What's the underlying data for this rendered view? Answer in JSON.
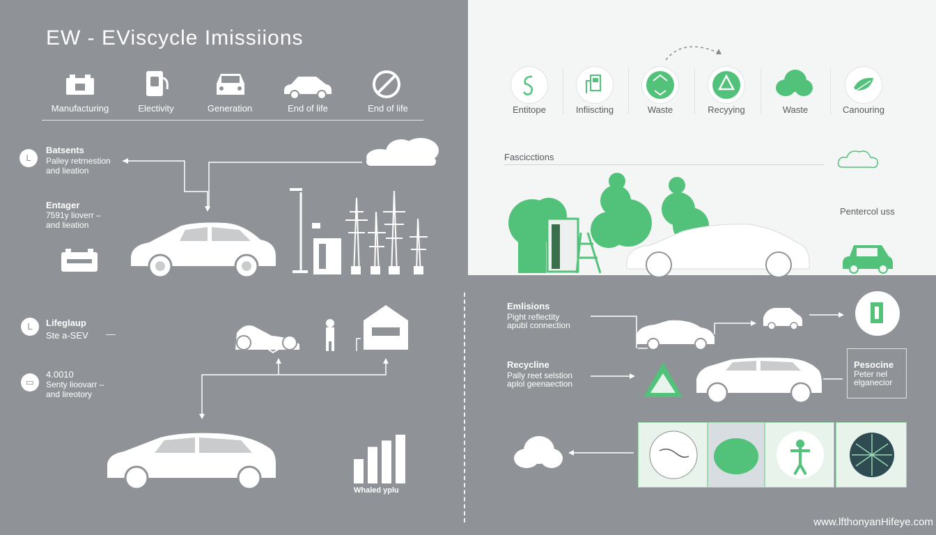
{
  "title": "EW - EViscycle Imissiions",
  "left_steps": [
    {
      "label": "Manufacturing",
      "icon": "battery-icon"
    },
    {
      "label": "Electivity",
      "icon": "charger-icon"
    },
    {
      "label": "Generation",
      "icon": "car-front-icon"
    },
    {
      "label": "End of life",
      "icon": "car-side-icon"
    },
    {
      "label": "End of life",
      "icon": "no-sign-icon"
    }
  ],
  "right_steps": [
    {
      "label": "Entitope",
      "icon": "s-leaf-icon"
    },
    {
      "label": "Infiiscting",
      "icon": "pump-icon"
    },
    {
      "label": "Waste",
      "icon": "recycle-globe-icon"
    },
    {
      "label": "Recyying",
      "icon": "recycle-icon"
    },
    {
      "label": "Waste",
      "icon": "cloud-icon"
    },
    {
      "label": "Canouring",
      "icon": "leaf-icon"
    }
  ],
  "left_notes": [
    {
      "title": "Batsents",
      "lines": [
        "Palley retrnestion",
        "and lieation"
      ]
    },
    {
      "title": "Entager",
      "lines": [
        "7591y lioverr  –",
        "and lieation"
      ]
    }
  ],
  "right_top": {
    "fascinations": "Fascicctions",
    "pentercol": "Pentercol uss"
  },
  "bottom_left_notes": [
    {
      "title": "Lifeglaup",
      "lines": [
        "Ste a-SEV"
      ]
    },
    {
      "title": "4.0010",
      "lines": [
        "Senty lioovarr  –",
        "and lireotory"
      ]
    }
  ],
  "chart_caption": "Whaled yplu",
  "bottom_right_notes": [
    {
      "title": "Emlisions",
      "lines": [
        "Pight reflectity",
        "apubl connection"
      ]
    },
    {
      "title": "Recycline",
      "lines": [
        "Pally reet selstion",
        "aplol geenaection"
      ]
    }
  ],
  "resocine": {
    "title": "Pesocine",
    "lines": [
      "Peter nel",
      "elganecior"
    ]
  },
  "footer": "www.lfthonyanHifeye.com",
  "colors": {
    "accent": "#52c27a",
    "bg": "#8f9296",
    "light": "#f4f5f5"
  }
}
